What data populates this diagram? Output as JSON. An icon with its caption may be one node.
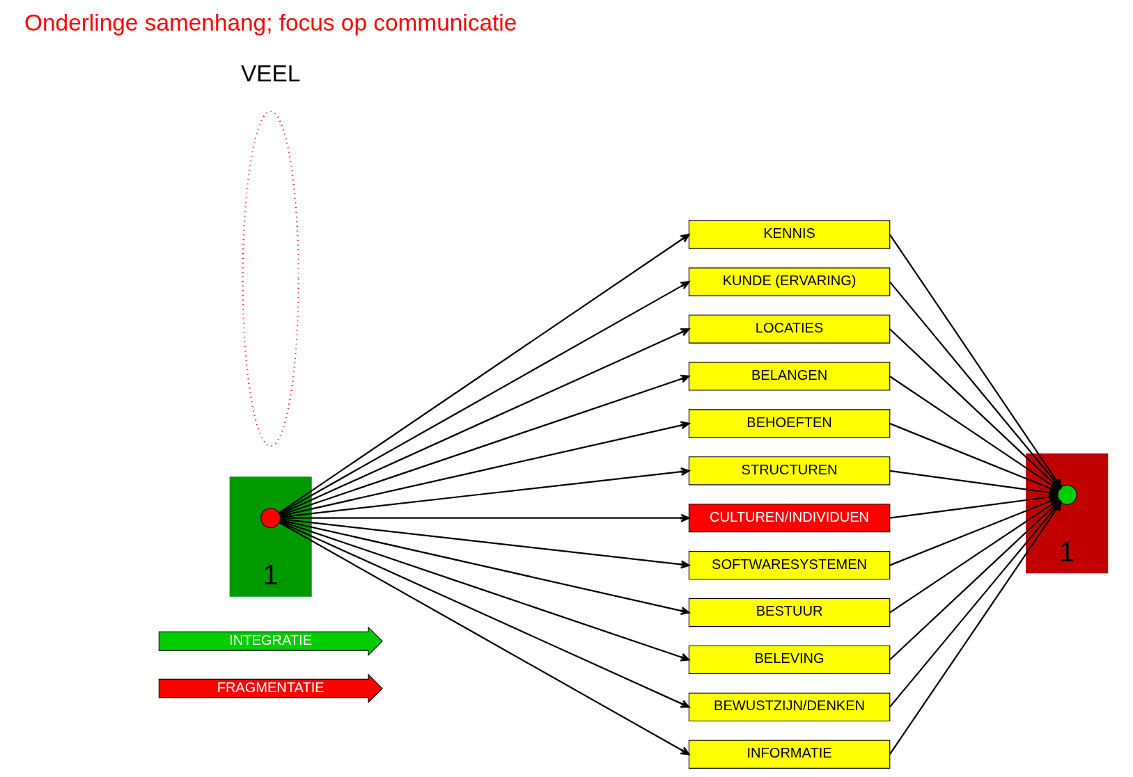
{
  "diagram": {
    "nodes": [
      {
        "text": [
          "FRAGMENTATIE"
        ]
      },
      {
        "text": [
          "INTEGRATIE"
        ]
      },
      {
        "text": [],
        "shape": "box",
        "beside": [
          "1"
        ]
      },
      {
        "text": [],
        "shape": "circle",
        "in": 2
      },
      {
        "text": [
          "KENNIS"
        ]
      },
      {
        "text": [
          "KUNDE (ERVARING)"
        ]
      },
      {
        "text": [
          "LOCATIES"
        ]
      },
      {
        "text": [
          "BELANGEN"
        ]
      },
      {
        "text": [
          "BEHOEFTEN"
        ]
      },
      {
        "text": [
          "STRUCTUREN"
        ]
      },
      {
        "text": [
          "CULTUREN/INDIVIDUEN"
        ]
      },
      {
        "text": [
          "SOFTWARESYSTEMEN"
        ]
      },
      {
        "text": [
          "BESTUUR"
        ]
      },
      {
        "text": [
          "BELEVING"
        ]
      },
      {
        "text": [
          "BEWUSTZIJN/DENKEN"
        ]
      },
      {
        "text": [
          "INFORMATIE"
        ]
      },
      {
        "text": [],
        "shape": "box",
        "beside": [
          "1"
        ]
      },
      {
        "text": [],
        "shape": "circle",
        "in": 16
      },
      {
        "text": [],
        "shape": "ellipse"
      }
    ],
    "edges": [
      {
        "from": 3,
        "to": 4,
        "arrow": "to"
      },
      {
        "from": 3,
        "to": 5,
        "arrow": "to"
      },
      {
        "from": 3,
        "to": 6,
        "arrow": "to"
      },
      {
        "from": 3,
        "to": 7,
        "arrow": "to"
      },
      {
        "from": 3,
        "to": 8,
        "arrow": "to"
      },
      {
        "from": 3,
        "to": 9,
        "arrow": "to"
      },
      {
        "from": 3,
        "to": 10,
        "arrow": "to"
      },
      {
        "from": 3,
        "to": 11,
        "arrow": "to"
      },
      {
        "from": 3,
        "to": 12,
        "arrow": "to"
      },
      {
        "from": 3,
        "to": 13,
        "arrow": "to"
      },
      {
        "from": 3,
        "to": 14,
        "arrow": "to"
      },
      {
        "from": 3,
        "to": 15,
        "arrow": "to"
      },
      {
        "from": 4,
        "to": 17,
        "arrow": "to"
      },
      {
        "from": 5,
        "to": 17,
        "arrow": "to"
      },
      {
        "from": 6,
        "to": 17,
        "arrow": "to"
      },
      {
        "from": 7,
        "to": 17,
        "arrow": "to"
      },
      {
        "from": 8,
        "to": 17,
        "arrow": "to"
      },
      {
        "from": 9,
        "to": 17,
        "arrow": "to"
      },
      {
        "from": 10,
        "to": 17,
        "arrow": "to"
      },
      {
        "from": 11,
        "to": 17,
        "arrow": "to"
      },
      {
        "from": 12,
        "to": 17,
        "arrow": "to"
      },
      {
        "from": 13,
        "to": 17,
        "arrow": "to"
      },
      {
        "from": 14,
        "to": 17,
        "arrow": "to"
      },
      {
        "from": 15,
        "to": 17,
        "arrow": "to"
      }
    ],
    "labels": [
      "VEEL",
      "Onderlinge samenhang; focus op communicatie"
    ]
  }
}
